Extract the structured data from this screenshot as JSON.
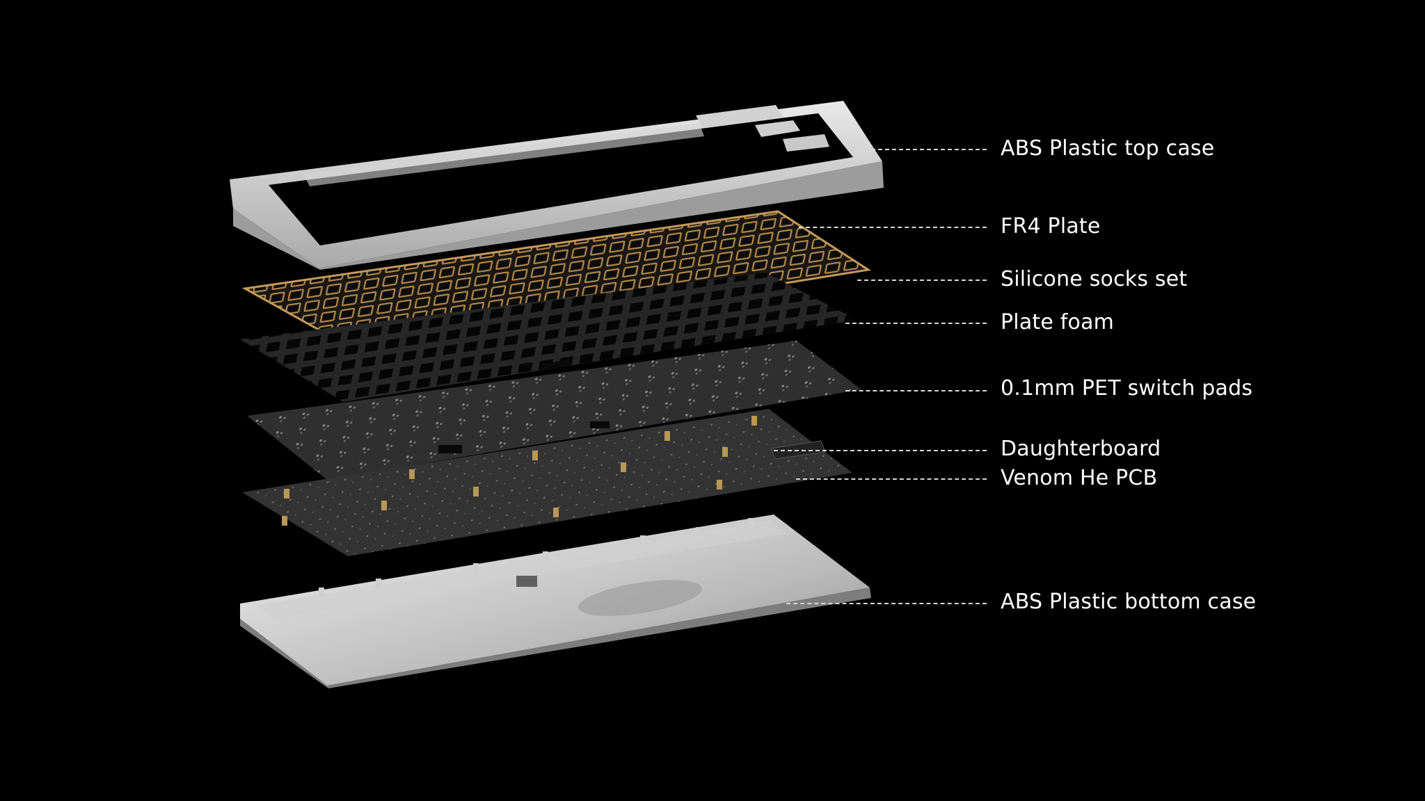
{
  "background_color": "#000000",
  "label_color": "#ffffff",
  "callouts": [
    {
      "id": "top-case",
      "text": "ABS Plastic top case"
    },
    {
      "id": "plate",
      "text": "FR4  Plate"
    },
    {
      "id": "socks",
      "text": "Silicone socks set"
    },
    {
      "id": "plate-foam",
      "text": "Plate foam"
    },
    {
      "id": "switch-pads",
      "text": "0.1mm PET switch pads"
    },
    {
      "id": "daughterboard",
      "text": "Daughterboard"
    },
    {
      "id": "pcb",
      "text": "Venom He PCB"
    },
    {
      "id": "bottom-case",
      "text": "ABS Plastic bottom case"
    }
  ]
}
